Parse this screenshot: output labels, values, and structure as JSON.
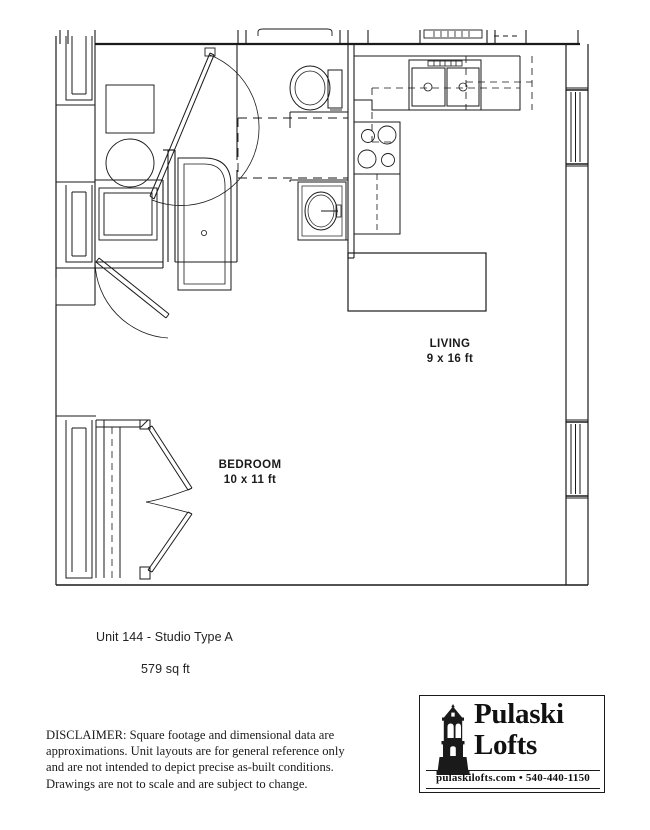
{
  "document": {
    "type": "apartment-floor-plan",
    "background_color": "#ffffff",
    "line_color": "#1a1a1a"
  },
  "plan": {
    "rooms": [
      {
        "name": "LIVING",
        "dimensions": "9 x 16 ft"
      },
      {
        "name": "BEDROOM",
        "dimensions": "10 x 11 ft"
      }
    ],
    "fixtures": [
      "double-bowl-kitchen-sink",
      "four-burner-range",
      "kitchen-island",
      "upper-cabinets-dashed",
      "toilet",
      "bathtub",
      "vanity-sink",
      "washer",
      "dryer",
      "entry-door",
      "bedroom-double-doors",
      "window-upper-right",
      "window-lower-right"
    ]
  },
  "unit": {
    "title": "Unit 144 - Studio Type A",
    "area": "579 sq ft"
  },
  "disclaimer": {
    "line1": "DISCLAIMER: Square footage and dimensional data are",
    "line2": "approximations. Unit layouts are for general reference only",
    "line3": "and are not intended to depict precise as-built conditions.",
    "line4": "Drawings are not to scale and are subject to change."
  },
  "logo": {
    "icon": "bell-tower-icon",
    "name_line1": "Pulaski",
    "name_line2": "Lofts",
    "contact": "pulaskilofts.com  •  540-440-1150"
  }
}
